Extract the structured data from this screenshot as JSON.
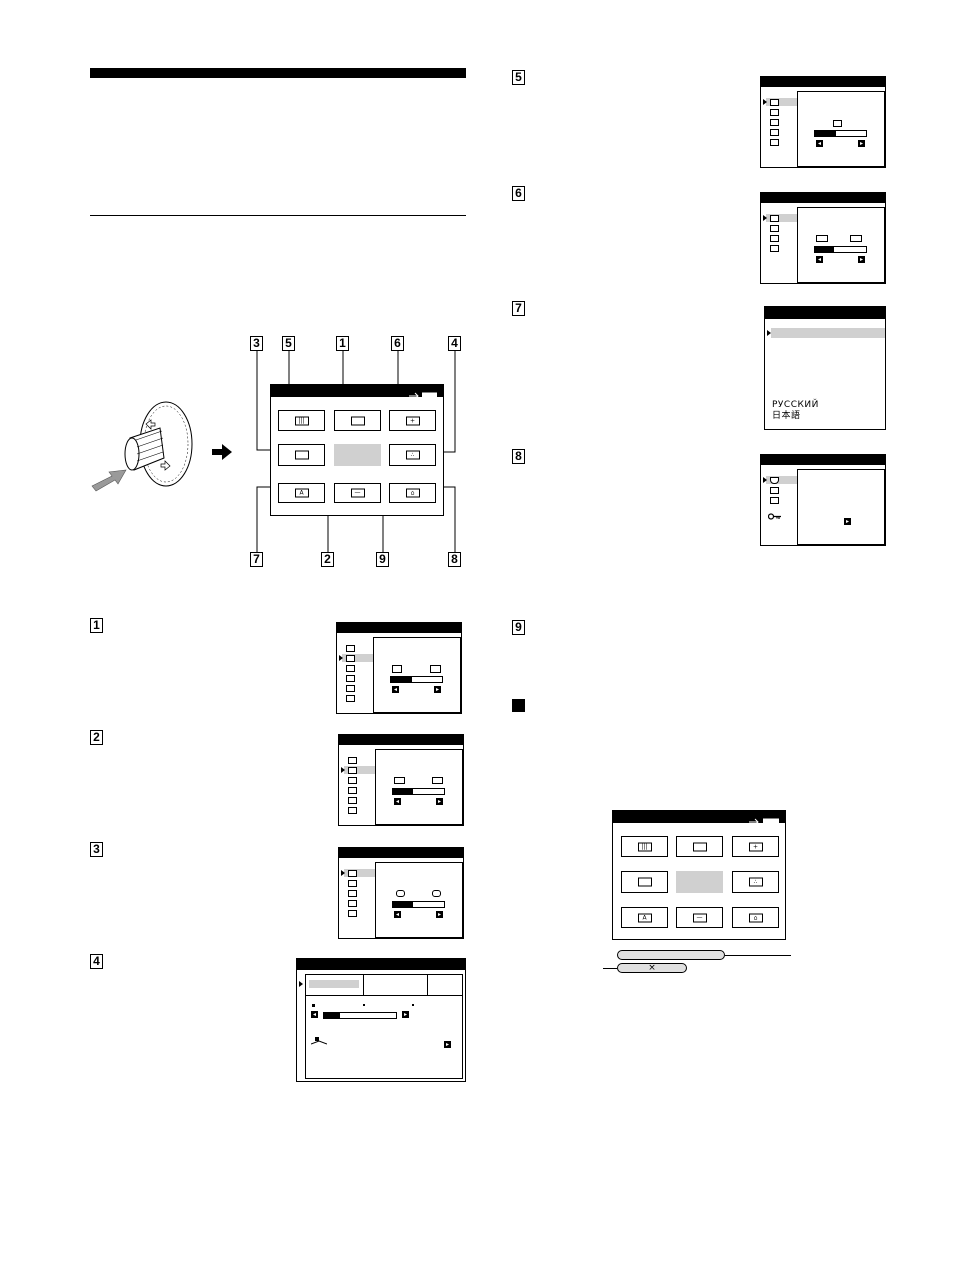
{
  "page": {
    "callout_numbers": [
      "3",
      "5",
      "1",
      "6",
      "4",
      "7",
      "2",
      "9",
      "8"
    ],
    "section_numbers": {
      "s1": "1",
      "s2": "2",
      "s3": "3",
      "s4": "4",
      "s5": "5",
      "s6": "6",
      "s7": "7",
      "s8": "8",
      "s9": "9"
    },
    "language_menu": {
      "russian": "РУССКИЙ",
      "japanese": "日本語"
    },
    "reset_dialog": {
      "close_symbol": "×"
    },
    "colors": {
      "ink": "#000000",
      "highlight": "#d0d0d0",
      "paper": "#ffffff"
    },
    "icons": [
      "joystick-image",
      "right-arrow-icon",
      "menu-tile-icon",
      "selection-arrow-icon",
      "button-arrow-icon",
      "key-icon"
    ]
  }
}
